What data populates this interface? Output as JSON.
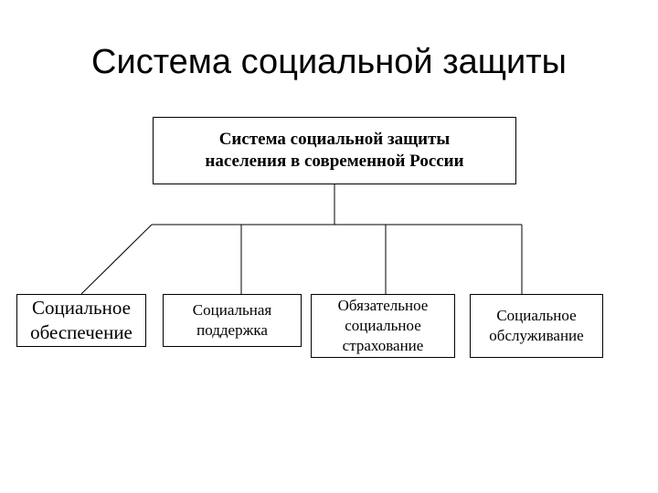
{
  "title": "Система социальной защиты",
  "root": {
    "line1": "Система социальной защиты",
    "line2": "населения в современной России"
  },
  "children": [
    {
      "lines": [
        "Социальное",
        "обеспечение"
      ]
    },
    {
      "lines": [
        "Социальная",
        "поддержка"
      ]
    },
    {
      "lines": [
        "Обязательное",
        "социальное",
        "страхование"
      ]
    },
    {
      "lines": [
        "Социальное",
        "обслуживание"
      ]
    }
  ],
  "colors": {
    "line": "#000000",
    "background": "#ffffff"
  }
}
